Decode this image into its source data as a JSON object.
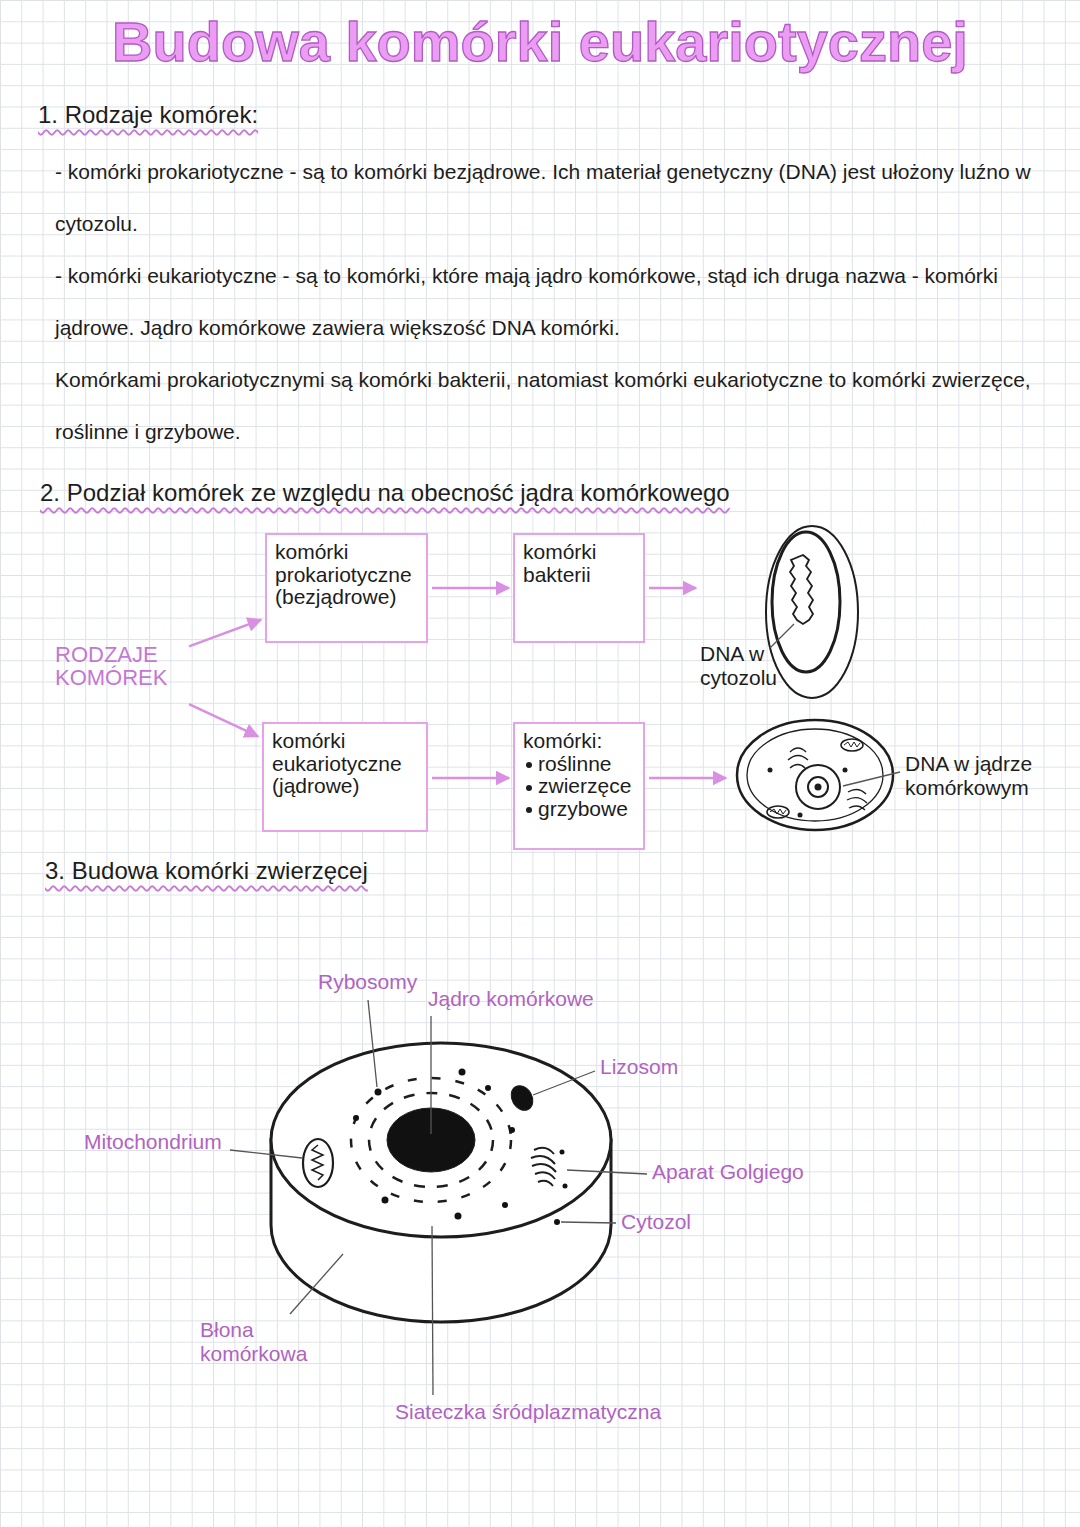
{
  "diagram": {
    "title": "Budowa komórki eukariotycznej",
    "nodes": [
      {
        "text": [
          "RODZAJE KOMÓREK"
        ]
      },
      {
        "text": [
          "komórki prokariotyczne (bezjądrowe)"
        ]
      },
      {
        "text": [
          "komórki bakterii"
        ]
      },
      {
        "text": [
          "DNA w cytozolu"
        ]
      },
      {
        "text": [
          "komórki eukariotyczne (jądrowe)"
        ]
      },
      {
        "text": [
          "komórki:",
          "roślinne",
          "zwierzęce",
          "grzybowe"
        ]
      },
      {
        "text": [
          "DNA w jądrze komórkowym"
        ]
      }
    ],
    "edges": [
      {
        "from": 0,
        "to": 1,
        "arrow": "to"
      },
      {
        "from": 1,
        "to": 2,
        "arrow": "to"
      },
      {
        "from": 2,
        "to": 3,
        "arrow": "to"
      },
      {
        "from": 0,
        "to": 4,
        "arrow": "to"
      },
      {
        "from": 4,
        "to": 5,
        "arrow": "to"
      },
      {
        "from": 5,
        "to": 6,
        "arrow": "to"
      }
    ],
    "labels": [
      "1. Rodzaje komórek:",
      "- komórki prokariotyczne - są to komórki bezjądrowe. Ich materiał genetyczny (DNA) jest ułożony luźno w cytozolu.",
      "- komórki eukariotyczne - są to komórki, które mają jądro komórkowe, stąd ich druga nazwa - komórki jądrowe. Jądro komórkowe zawiera większość DNA komórki.",
      "Komórkami prokariotycznymi są komórki bakterii, natomiast komórki eukariotyczne to komórki zwierzęce, roślinne i grzybowe.",
      "2. Podział komórek ze względu na obecność jądra komórkowego",
      "3. Budowa komórki zwierzęcej",
      "Rybosomy",
      "Jądro komórkowe",
      "Lizosom",
      "Mitochondrium",
      "Aparat Golgiego",
      "Cytozol",
      "Błona komórkowa",
      "Siateczka śródplazmatyczna"
    ]
  }
}
